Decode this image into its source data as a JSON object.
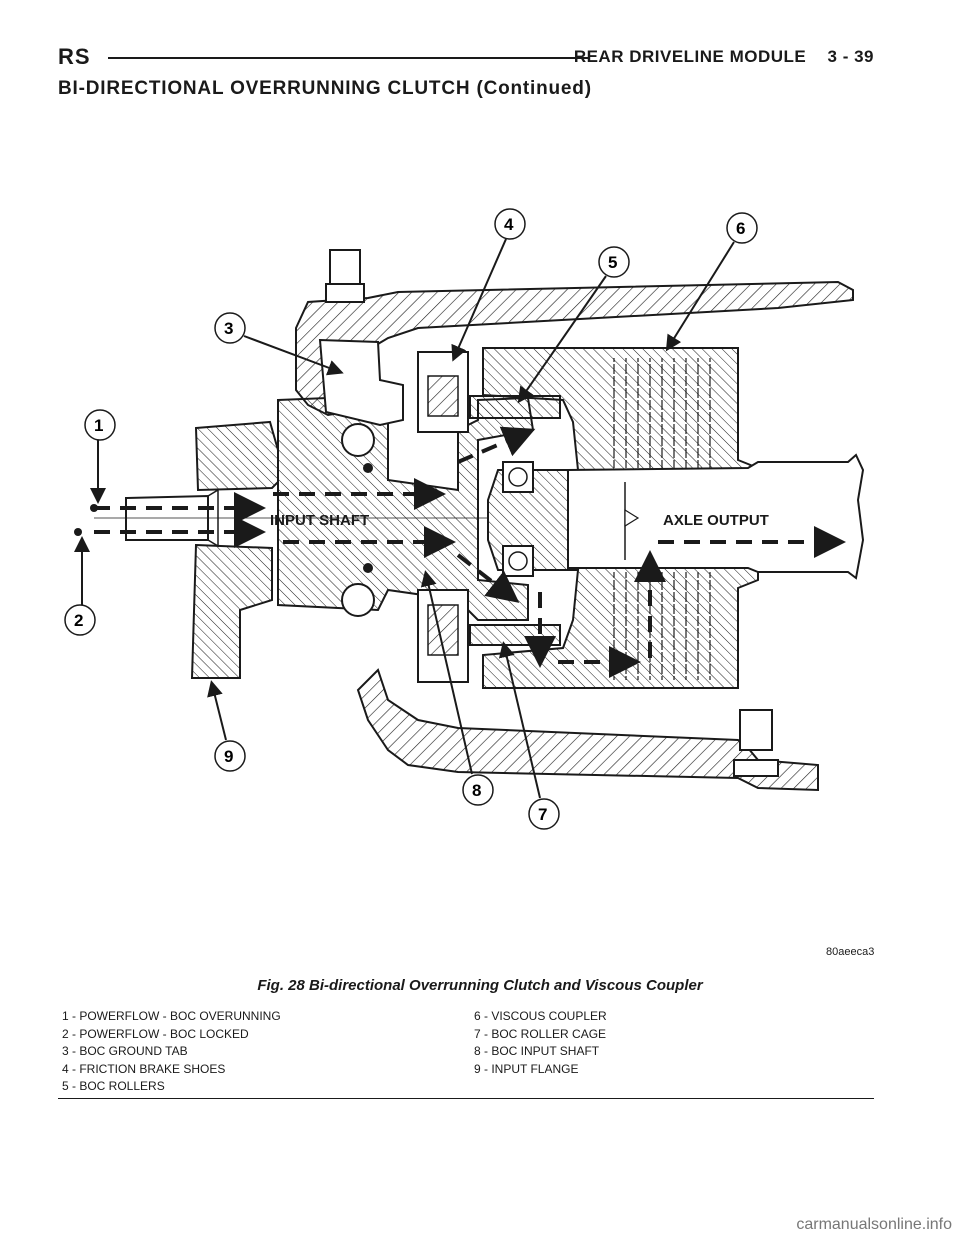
{
  "header": {
    "section_code": "RS",
    "module": "REAR DRIVELINE MODULE",
    "page": "3 - 39"
  },
  "section_title": "BI-DIRECTIONAL OVERRUNNING CLUTCH (Continued)",
  "figure": {
    "code": "80aeeca3",
    "caption": "Fig. 28 Bi-directional Overrunning Clutch and Viscous Coupler",
    "labels": {
      "input_shaft": "INPUT SHAFT",
      "axle_output": "AXLE OUTPUT"
    },
    "callouts": [
      "1",
      "2",
      "3",
      "4",
      "5",
      "6",
      "7",
      "8",
      "9"
    ]
  },
  "legend": {
    "left": [
      "1 - POWERFLOW - BOC OVERUNNING",
      "2 - POWERFLOW - BOC LOCKED",
      "3 - BOC GROUND TAB",
      "4 - FRICTION BRAKE SHOES",
      "5 - BOC ROLLERS"
    ],
    "right": [
      "6 - VISCOUS COUPLER",
      "7 - BOC ROLLER CAGE",
      "8 - BOC INPUT SHAFT",
      "9 - INPUT FLANGE"
    ]
  },
  "footer": "carmanualsonline.info"
}
